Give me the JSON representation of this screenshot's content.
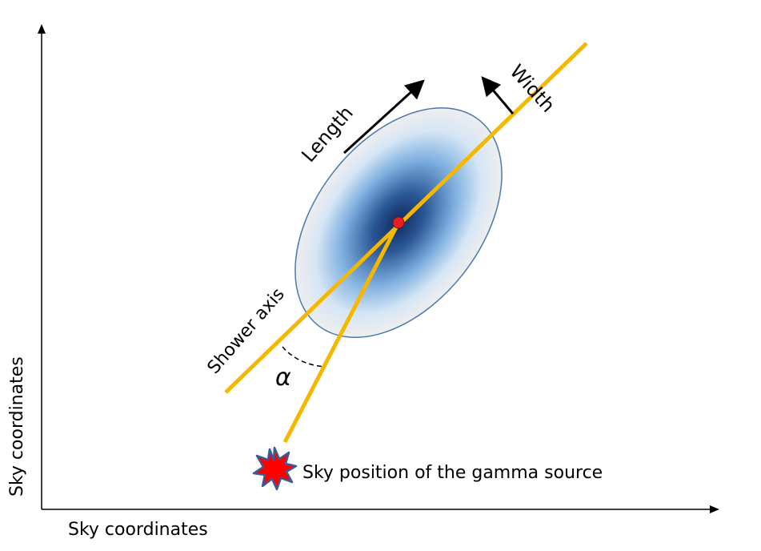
{
  "axes": {
    "x_label": "Sky coordinates",
    "y_label": "Sky coordinates"
  },
  "labels": {
    "length": "Length",
    "width": "Width",
    "shower_axis": "Shower axis",
    "alpha": "α",
    "source": "Sky position of the gamma source"
  },
  "colors": {
    "axis_line": "#f5b800",
    "ellipse_edge": "#4a78b0",
    "ellipse_core": "#0f2a5c",
    "ellipse_mid": "#7fb0e0",
    "ellipse_outer": "#eeeeee",
    "centroid": "#e52020",
    "source_fill": "#ff0000",
    "source_edge": "#3a5a9a"
  },
  "icons": {
    "source_marker": "starburst-icon",
    "centroid_marker": "dot-icon"
  }
}
